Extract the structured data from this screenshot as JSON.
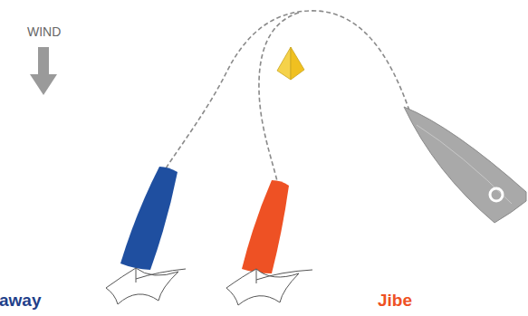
{
  "diagram": {
    "labels": [
      "WIND",
      "away",
      "Jibe"
    ]
  }
}
